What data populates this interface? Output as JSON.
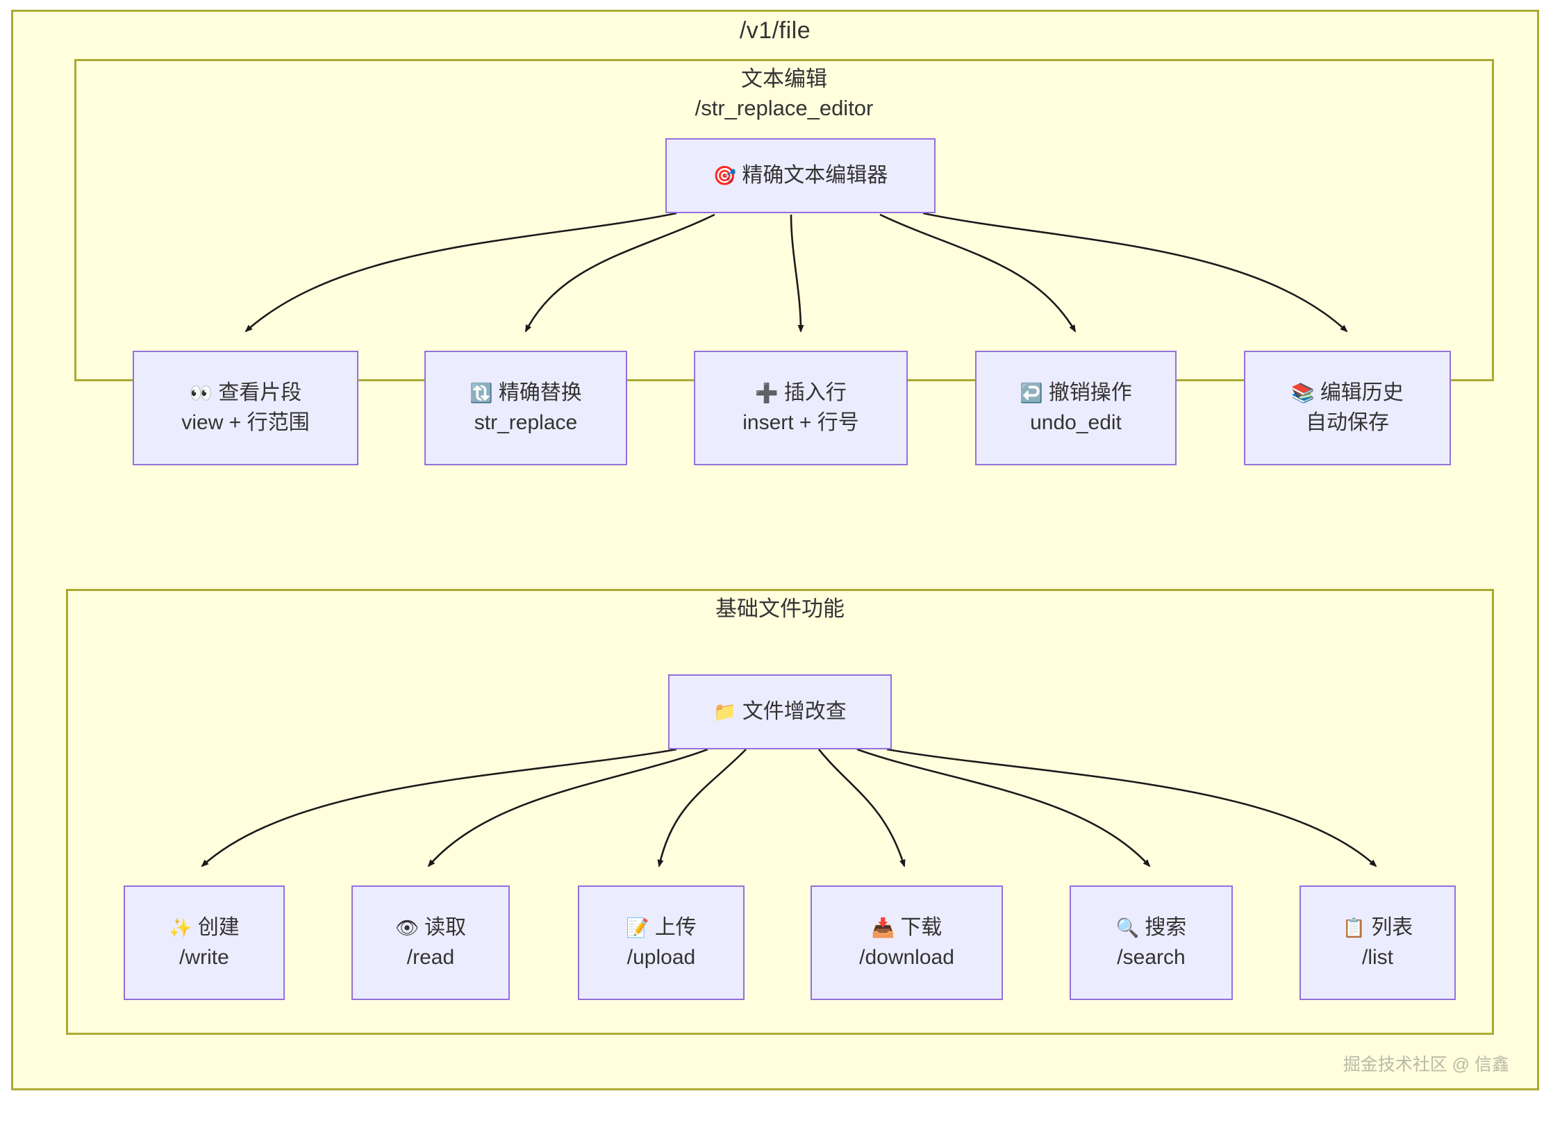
{
  "diagram": {
    "type": "flowchart",
    "title": "/v1/file",
    "watermark": "掘金技术社区 @ 信鑫",
    "colors": {
      "cluster_fill": "#FFFFDE",
      "cluster_stroke": "#AAAA33",
      "node_fill": "#ECECFF",
      "node_stroke": "#9370DB",
      "edge_stroke": "#1a1a1a",
      "text": "#333333",
      "watermark_text": "#b9b9a6"
    },
    "clusters": [
      {
        "id": "text-edit",
        "title_line1": "文本编辑",
        "title_line2": "/str_replace_editor",
        "root": {
          "id": "root-editor",
          "icon": "target-icon",
          "emoji": "🎯",
          "label": "精确文本编辑器"
        },
        "children": [
          {
            "id": "view",
            "icon": "eyes-icon",
            "emoji": "👀",
            "line1": "查看片段",
            "line2": "view + 行范围"
          },
          {
            "id": "replace",
            "icon": "repeat-icon",
            "emoji": "🔃",
            "line1": "精确替换",
            "line2": "str_replace"
          },
          {
            "id": "insert",
            "icon": "plus-icon",
            "emoji": "➕",
            "line1": "插入行",
            "line2": "insert + 行号"
          },
          {
            "id": "undo",
            "icon": "undo-arrow-icon",
            "emoji": "↩️",
            "line1": "撤销操作",
            "line2": "undo_edit"
          },
          {
            "id": "history",
            "icon": "books-icon",
            "emoji": "📚",
            "line1": "编辑历史",
            "line2": "自动保存"
          }
        ]
      },
      {
        "id": "file-basic",
        "title_line1": "基础文件功能",
        "title_line2": "",
        "root": {
          "id": "root-file",
          "icon": "folder-icon",
          "emoji": "📁",
          "label": "文件增改查"
        },
        "children": [
          {
            "id": "write",
            "icon": "sparkles-icon",
            "emoji": "✨",
            "line1": "创建",
            "line2": "/write"
          },
          {
            "id": "read",
            "icon": "eye-icon",
            "emoji": "👁",
            "line1": "读取",
            "line2": "/read"
          },
          {
            "id": "upload",
            "icon": "memo-icon",
            "emoji": "📝",
            "line1": "上传",
            "line2": "/upload"
          },
          {
            "id": "download",
            "icon": "inbox-tray-icon",
            "emoji": "📥",
            "line1": "下载",
            "line2": "/download"
          },
          {
            "id": "search",
            "icon": "magnifier-icon",
            "emoji": "🔍",
            "line1": "搜索",
            "line2": "/search"
          },
          {
            "id": "list",
            "icon": "clipboard-icon",
            "emoji": "📋",
            "line1": "列表",
            "line2": "/list"
          }
        ]
      }
    ]
  }
}
